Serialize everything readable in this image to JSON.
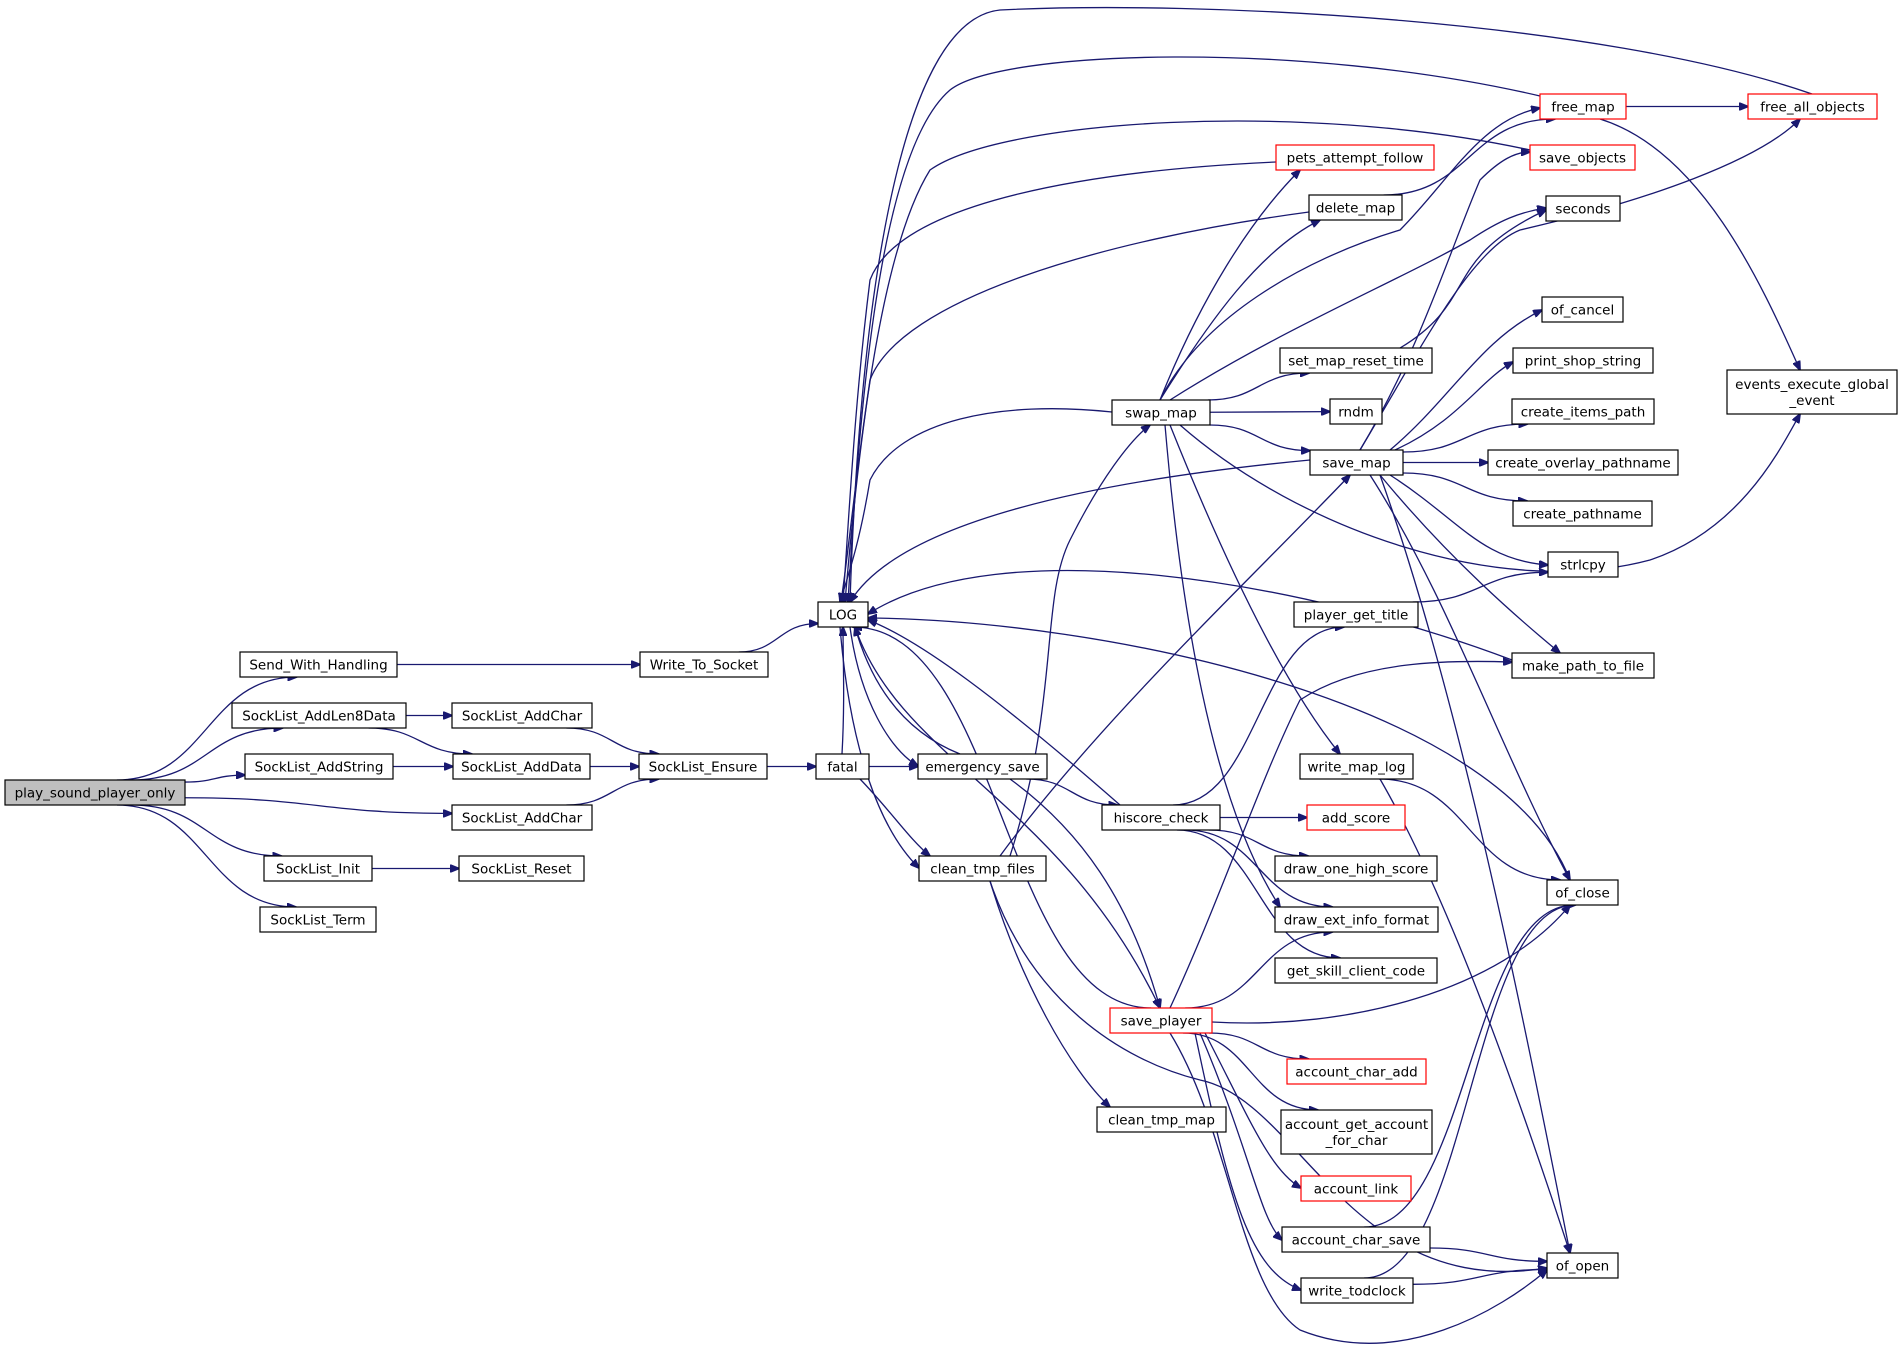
{
  "colors": {
    "edge": "#191970",
    "node_border": "#000000",
    "node_border_incomplete": "#ff0000",
    "root_fill": "#bfbfbf",
    "background": "#ffffff"
  },
  "nodes": [
    {
      "id": "play_sound_player_only",
      "label": "play_sound_player_only",
      "style": "root"
    },
    {
      "id": "Send_With_Handling",
      "label": "Send_With_Handling",
      "style": "normal"
    },
    {
      "id": "SockList_AddLen8Data",
      "label": "SockList_AddLen8Data",
      "style": "normal"
    },
    {
      "id": "SockList_AddString",
      "label": "SockList_AddString",
      "style": "normal"
    },
    {
      "id": "SockList_AddChar_a",
      "label": "SockList_AddChar",
      "style": "normal"
    },
    {
      "id": "SockList_AddChar_b",
      "label": "SockList_AddChar",
      "style": "normal"
    },
    {
      "id": "SockList_AddData",
      "label": "SockList_AddData",
      "style": "normal"
    },
    {
      "id": "SockList_Init",
      "label": "SockList_Init",
      "style": "normal"
    },
    {
      "id": "SockList_Reset",
      "label": "SockList_Reset",
      "style": "normal"
    },
    {
      "id": "SockList_Term",
      "label": "SockList_Term",
      "style": "normal"
    },
    {
      "id": "Write_To_Socket",
      "label": "Write_To_Socket",
      "style": "normal"
    },
    {
      "id": "SockList_Ensure",
      "label": "SockList_Ensure",
      "style": "normal"
    },
    {
      "id": "LOG",
      "label": "LOG",
      "style": "normal"
    },
    {
      "id": "fatal",
      "label": "fatal",
      "style": "normal"
    },
    {
      "id": "emergency_save",
      "label": "emergency_save",
      "style": "normal"
    },
    {
      "id": "clean_tmp_files",
      "label": "clean_tmp_files",
      "style": "normal"
    },
    {
      "id": "clean_tmp_map",
      "label": "clean_tmp_map",
      "style": "normal"
    },
    {
      "id": "swap_map",
      "label": "swap_map",
      "style": "normal"
    },
    {
      "id": "hiscore_check",
      "label": "hiscore_check",
      "style": "normal"
    },
    {
      "id": "save_player",
      "label": "save_player",
      "style": "incomplete"
    },
    {
      "id": "pets_attempt_follow",
      "label": "pets_attempt_follow",
      "style": "incomplete"
    },
    {
      "id": "delete_map",
      "label": "delete_map",
      "style": "normal"
    },
    {
      "id": "set_map_reset_time",
      "label": "set_map_reset_time",
      "style": "normal"
    },
    {
      "id": "rndm",
      "label": "rndm",
      "style": "normal"
    },
    {
      "id": "save_map",
      "label": "save_map",
      "style": "normal"
    },
    {
      "id": "player_get_title",
      "label": "player_get_title",
      "style": "normal"
    },
    {
      "id": "write_map_log",
      "label": "write_map_log",
      "style": "normal"
    },
    {
      "id": "add_score",
      "label": "add_score",
      "style": "incomplete"
    },
    {
      "id": "draw_one_high_score",
      "label": "draw_one_high_score",
      "style": "normal"
    },
    {
      "id": "draw_ext_info_format",
      "label": "draw_ext_info_format",
      "style": "normal"
    },
    {
      "id": "get_skill_client_code",
      "label": "get_skill_client_code",
      "style": "normal"
    },
    {
      "id": "account_char_add",
      "label": "account_char_add",
      "style": "incomplete"
    },
    {
      "id": "account_get_account_for_char",
      "label": "account_get_account\n_for_char",
      "style": "normal"
    },
    {
      "id": "account_link",
      "label": "account_link",
      "style": "incomplete"
    },
    {
      "id": "account_char_save",
      "label": "account_char_save",
      "style": "normal"
    },
    {
      "id": "write_todclock",
      "label": "write_todclock",
      "style": "normal"
    },
    {
      "id": "free_map",
      "label": "free_map",
      "style": "incomplete"
    },
    {
      "id": "save_objects",
      "label": "save_objects",
      "style": "incomplete"
    },
    {
      "id": "seconds",
      "label": "seconds",
      "style": "normal"
    },
    {
      "id": "of_cancel",
      "label": "of_cancel",
      "style": "normal"
    },
    {
      "id": "print_shop_string",
      "label": "print_shop_string",
      "style": "normal"
    },
    {
      "id": "create_items_path",
      "label": "create_items_path",
      "style": "normal"
    },
    {
      "id": "create_overlay_pathname",
      "label": "create_overlay_pathname",
      "style": "normal"
    },
    {
      "id": "create_pathname",
      "label": "create_pathname",
      "style": "normal"
    },
    {
      "id": "strlcpy",
      "label": "strlcpy",
      "style": "normal"
    },
    {
      "id": "make_path_to_file",
      "label": "make_path_to_file",
      "style": "normal"
    },
    {
      "id": "of_close",
      "label": "of_close",
      "style": "normal"
    },
    {
      "id": "of_open",
      "label": "of_open",
      "style": "normal"
    },
    {
      "id": "free_all_objects",
      "label": "free_all_objects",
      "style": "incomplete"
    },
    {
      "id": "events_execute_global_event",
      "label": "events_execute_global\n_event",
      "style": "normal"
    }
  ],
  "edges": [
    [
      "play_sound_player_only",
      "Send_With_Handling"
    ],
    [
      "play_sound_player_only",
      "SockList_AddLen8Data"
    ],
    [
      "play_sound_player_only",
      "SockList_AddString"
    ],
    [
      "play_sound_player_only",
      "SockList_AddChar_b"
    ],
    [
      "play_sound_player_only",
      "SockList_Init"
    ],
    [
      "play_sound_player_only",
      "SockList_Term"
    ],
    [
      "Send_With_Handling",
      "Write_To_Socket"
    ],
    [
      "SockList_AddLen8Data",
      "SockList_AddChar_a"
    ],
    [
      "SockList_AddLen8Data",
      "SockList_AddData"
    ],
    [
      "SockList_AddString",
      "SockList_AddData"
    ],
    [
      "SockList_AddChar_a",
      "SockList_Ensure"
    ],
    [
      "SockList_AddData",
      "SockList_Ensure"
    ],
    [
      "SockList_AddChar_b",
      "SockList_Ensure"
    ],
    [
      "SockList_Init",
      "SockList_Reset"
    ],
    [
      "Write_To_Socket",
      "LOG"
    ],
    [
      "SockList_Ensure",
      "fatal"
    ],
    [
      "fatal",
      "emergency_save"
    ],
    [
      "fatal",
      "clean_tmp_files"
    ],
    [
      "fatal",
      "LOG"
    ],
    [
      "emergency_save",
      "LOG"
    ],
    [
      "emergency_save",
      "hiscore_check"
    ],
    [
      "emergency_save",
      "save_player"
    ],
    [
      "clean_tmp_files",
      "swap_map"
    ],
    [
      "clean_tmp_files",
      "save_map"
    ],
    [
      "clean_tmp_files",
      "clean_tmp_map"
    ],
    [
      "clean_tmp_files",
      "of_open"
    ],
    [
      "swap_map",
      "LOG"
    ],
    [
      "swap_map",
      "pets_attempt_follow"
    ],
    [
      "swap_map",
      "delete_map"
    ],
    [
      "swap_map",
      "free_map"
    ],
    [
      "swap_map",
      "seconds"
    ],
    [
      "swap_map",
      "set_map_reset_time"
    ],
    [
      "swap_map",
      "rndm"
    ],
    [
      "swap_map",
      "save_map"
    ],
    [
      "swap_map",
      "events_execute_global_event"
    ],
    [
      "swap_map",
      "write_map_log"
    ],
    [
      "swap_map",
      "draw_ext_info_format"
    ],
    [
      "delete_map",
      "LOG"
    ],
    [
      "delete_map",
      "free_map"
    ],
    [
      "set_map_reset_time",
      "seconds"
    ],
    [
      "save_map",
      "LOG"
    ],
    [
      "save_map",
      "save_objects"
    ],
    [
      "save_map",
      "free_all_objects"
    ],
    [
      "save_map",
      "of_cancel"
    ],
    [
      "save_map",
      "print_shop_string"
    ],
    [
      "save_map",
      "create_items_path"
    ],
    [
      "save_map",
      "create_overlay_pathname"
    ],
    [
      "save_map",
      "create_pathname"
    ],
    [
      "save_map",
      "strlcpy"
    ],
    [
      "save_map",
      "make_path_to_file"
    ],
    [
      "save_map",
      "of_close"
    ],
    [
      "save_map",
      "of_open"
    ],
    [
      "player_get_title",
      "strlcpy"
    ],
    [
      "write_map_log",
      "of_close"
    ],
    [
      "write_map_log",
      "of_open"
    ],
    [
      "hiscore_check",
      "LOG"
    ],
    [
      "hiscore_check",
      "player_get_title"
    ],
    [
      "hiscore_check",
      "add_score"
    ],
    [
      "hiscore_check",
      "draw_one_high_score"
    ],
    [
      "hiscore_check",
      "draw_ext_info_format"
    ],
    [
      "hiscore_check",
      "get_skill_client_code"
    ],
    [
      "save_player",
      "LOG"
    ],
    [
      "save_player",
      "draw_ext_info_format"
    ],
    [
      "save_player",
      "make_path_to_file"
    ],
    [
      "save_player",
      "of_close"
    ],
    [
      "save_player",
      "account_char_add"
    ],
    [
      "save_player",
      "account_get_account_for_char"
    ],
    [
      "save_player",
      "account_link"
    ],
    [
      "save_player",
      "account_char_save"
    ],
    [
      "save_player",
      "write_todclock"
    ],
    [
      "save_player",
      "of_open"
    ],
    [
      "account_char_save",
      "of_close"
    ],
    [
      "account_char_save",
      "of_open"
    ],
    [
      "write_todclock",
      "of_close"
    ],
    [
      "write_todclock",
      "of_open"
    ],
    [
      "pets_attempt_follow",
      "LOG"
    ],
    [
      "free_map",
      "LOG"
    ],
    [
      "free_map",
      "free_all_objects"
    ],
    [
      "free_map",
      "events_execute_global_event"
    ],
    [
      "save_objects",
      "LOG"
    ],
    [
      "free_all_objects",
      "LOG"
    ],
    [
      "make_path_to_file",
      "LOG"
    ],
    [
      "of_close",
      "LOG"
    ],
    [
      "LOG",
      "emergency_save"
    ],
    [
      "LOG",
      "clean_tmp_files"
    ],
    [
      "LOG",
      "save_player"
    ]
  ]
}
